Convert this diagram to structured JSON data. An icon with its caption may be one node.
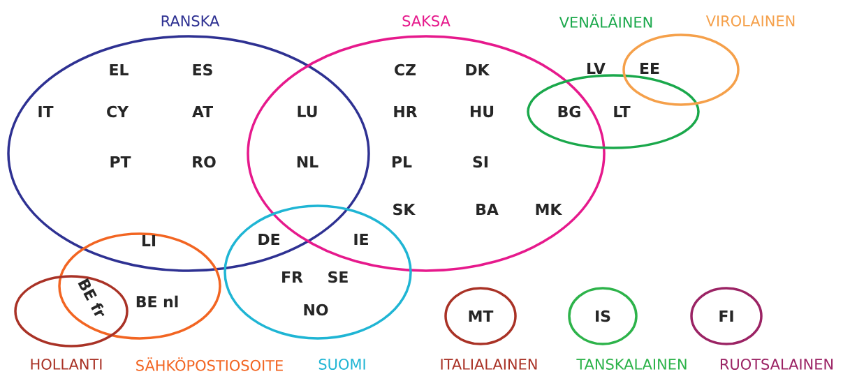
{
  "diagram": {
    "nodes": [
      {
        "text": [
          "RANSKA",
          "EL",
          "ES",
          "IT",
          "CY",
          "AT",
          "PT",
          "RO"
        ]
      },
      {
        "text": [
          "SAKSA",
          "CZ",
          "DK",
          "HR",
          "HU",
          "PL",
          "SI",
          "SK",
          "BA",
          "MK"
        ]
      },
      {
        "text": [
          "VENÄLÄINEN",
          "LV",
          "LT"
        ]
      },
      {
        "text": [
          "VIROLAINEN"
        ]
      },
      {
        "text": [
          "BE nl",
          "SÄHKÖPOSTIOSOITE"
        ]
      },
      {
        "text": [
          "SUOMI",
          "FR",
          "SE",
          "NO"
        ]
      },
      {
        "text": [
          "HOLLANTI"
        ]
      },
      {
        "text": [
          "MT",
          "ITALIALAINEN"
        ]
      },
      {
        "text": [
          "IS",
          "TANSKALAINEN"
        ]
      },
      {
        "text": [
          "FI",
          "RUOTSALAINEN"
        ]
      }
    ],
    "edges": [],
    "labels": [
      "LU",
      "NL",
      "EE",
      "BG",
      "LI",
      "DE",
      "IE",
      "BE fr"
    ]
  }
}
